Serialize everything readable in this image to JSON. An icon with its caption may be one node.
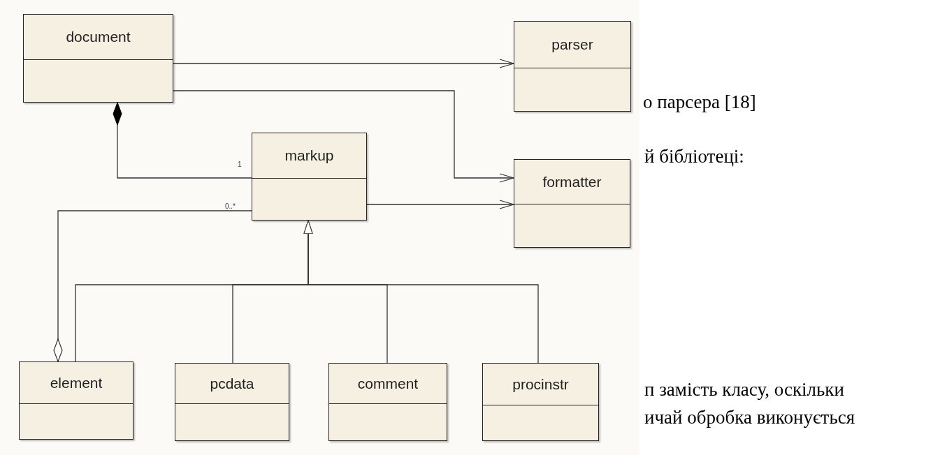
{
  "diagram": {
    "nodes": [
      {
        "text": [
          "document"
        ]
      },
      {
        "text": [
          "parser"
        ]
      },
      {
        "text": [
          "markup"
        ]
      },
      {
        "text": [
          "formatter"
        ]
      },
      {
        "text": [
          "element"
        ]
      },
      {
        "text": [
          "pcdata"
        ]
      },
      {
        "text": [
          "comment"
        ]
      },
      {
        "text": [
          "procinstr"
        ]
      }
    ],
    "edges": [
      {
        "from": 0,
        "to": 1,
        "arrow": "to"
      },
      {
        "from": 0,
        "to": 3,
        "arrow": "to"
      },
      {
        "from": 0,
        "to": 2,
        "arrow": "other"
      },
      {
        "from": 2,
        "to": 3,
        "arrow": "to"
      },
      {
        "from": 4,
        "to": 2,
        "arrow": "other"
      },
      {
        "from": 4,
        "to": 2,
        "arrow": "to"
      },
      {
        "from": 5,
        "to": 2,
        "arrow": "to"
      },
      {
        "from": 6,
        "to": 2,
        "arrow": "to"
      },
      {
        "from": 7,
        "to": 2,
        "arrow": "to"
      }
    ],
    "labels": [
      "о парсера [18]",
      "1",
      "й бібліотеці:",
      "0..*",
      "п замість класу, оскільки",
      "ичай обробка виконується"
    ]
  }
}
